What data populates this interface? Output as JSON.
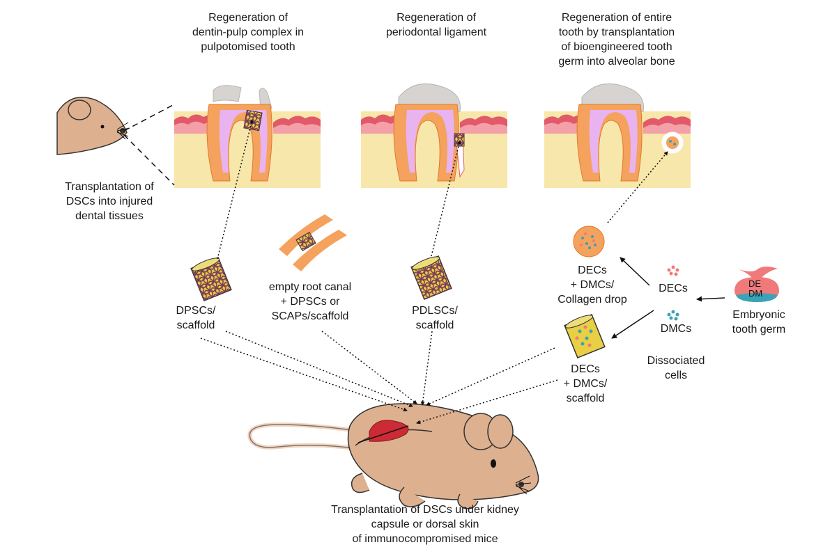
{
  "headings": {
    "pulp": [
      "Regeneration of",
      "dentin-pulp complex in",
      "pulpotomised  tooth"
    ],
    "pdl": [
      "Regeneration of",
      "periodontal ligament"
    ],
    "entire": [
      "Regeneration of entire",
      "tooth by transplantation",
      "of bioengineered tooth",
      "germ into alveolar bone"
    ]
  },
  "left_caption": [
    "Transplantation of",
    "DSCs into injured",
    "dental tissues"
  ],
  "scaffolds": {
    "dpsc": [
      "DPSCs/",
      "scaffold"
    ],
    "root_canal": [
      "empty root canal",
      "+ DPSCs or",
      "SCAPs/scaffold"
    ],
    "pdlsc": [
      "PDLSCs/",
      "scaffold"
    ],
    "collagen": [
      "DECs",
      "+ DMCs/",
      "Collagen drop"
    ],
    "dec_scaffold": [
      "DECs",
      "+ DMCs/",
      "scaffold"
    ]
  },
  "cells": {
    "decs": "DECs",
    "dmcs": "DMCs",
    "dissociated": [
      "Dissociated",
      "cells"
    ]
  },
  "germ": {
    "de": "DE",
    "dm": "DM",
    "caption": [
      "Embryonic",
      "tooth germ"
    ]
  },
  "bottom_caption": [
    "Transplantation  of DSCs under kidney",
    "capsule or dorsal skin",
    "of immunocompromised mice"
  ],
  "colors": {
    "bone": "#f8e7ab",
    "gum": "#e2596a",
    "dentin": "#f4a25e",
    "pulp": "#e8b3ee",
    "enamel": "#d6d3d0",
    "mouse": "#ddb08f",
    "kidney": "#cc2a35",
    "dec_cell": "#f07a7a",
    "dmc_cell": "#3aa3b5",
    "scaffold": "#e8cf43"
  }
}
